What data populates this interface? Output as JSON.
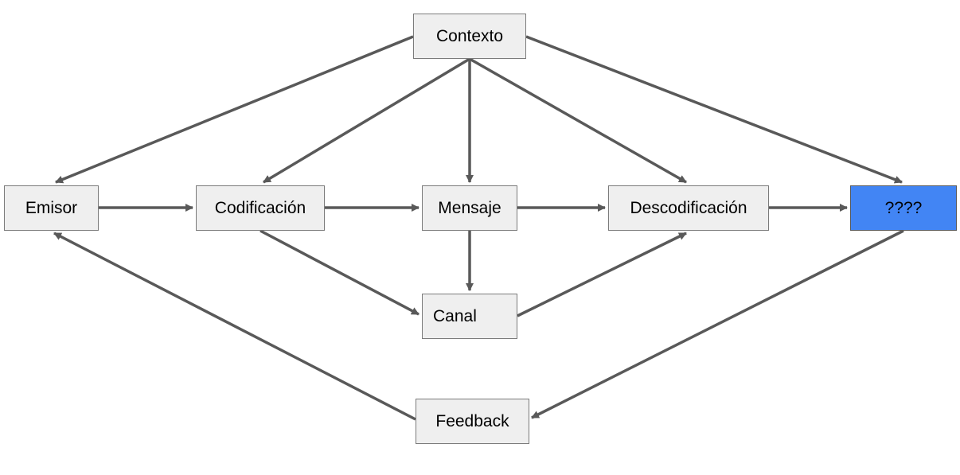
{
  "nodes": {
    "contexto": "Contexto",
    "emisor": "Emisor",
    "codificacion": "Codificación",
    "mensaje": "Mensaje",
    "descodificacion": "Descodificación",
    "unknown": "????",
    "canal": "Canal",
    "feedback": "Feedback"
  },
  "edges": [
    {
      "from": "contexto",
      "to": "emisor"
    },
    {
      "from": "contexto",
      "to": "codificacion"
    },
    {
      "from": "contexto",
      "to": "mensaje"
    },
    {
      "from": "contexto",
      "to": "descodificacion"
    },
    {
      "from": "contexto",
      "to": "unknown"
    },
    {
      "from": "emisor",
      "to": "codificacion"
    },
    {
      "from": "codificacion",
      "to": "mensaje"
    },
    {
      "from": "mensaje",
      "to": "descodificacion"
    },
    {
      "from": "descodificacion",
      "to": "unknown"
    },
    {
      "from": "codificacion",
      "to": "canal"
    },
    {
      "from": "mensaje",
      "to": "canal"
    },
    {
      "from": "canal",
      "to": "descodificacion"
    },
    {
      "from": "unknown",
      "to": "feedback"
    },
    {
      "from": "feedback",
      "to": "emisor"
    }
  ],
  "colors": {
    "node_fill": "#efefef",
    "node_border": "#7b7b7b",
    "highlight_fill": "#4285f4",
    "edge": "#595959"
  }
}
